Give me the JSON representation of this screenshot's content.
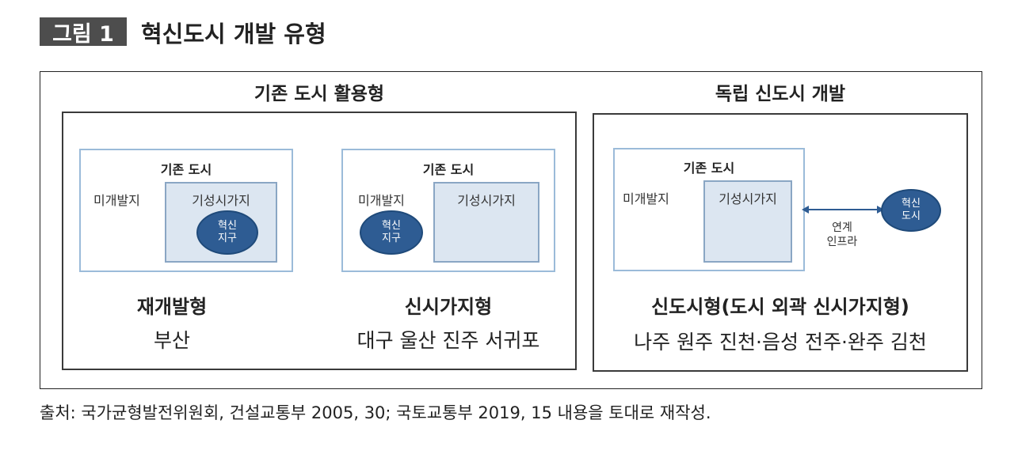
{
  "figure": {
    "label": "그림 1",
    "title": "혁신도시 개발 유형"
  },
  "left_section": {
    "title": "기존 도시 활용형",
    "types": [
      {
        "city_title": "기존 도시",
        "undeveloped_label": "미개발지",
        "builtup_label": "기성시가지",
        "district_label": "혁신\n지구",
        "type_name": "재개발형",
        "examples": "부산"
      },
      {
        "city_title": "기존 도시",
        "undeveloped_label": "미개발지",
        "builtup_label": "기성시가지",
        "district_label": "혁신\n지구",
        "type_name": "신시가지형",
        "examples": "대구 울산 진주 서귀포"
      }
    ]
  },
  "right_section": {
    "title": "독립 신도시 개발",
    "city_title": "기존 도시",
    "undeveloped_label": "미개발지",
    "builtup_label": "기성시가지",
    "new_city_label": "혁신\n도시",
    "link_label": "연계\n인프라",
    "type_name": "신도시형(도시 외곽 신시가지형)",
    "examples": "나주 원주 진천·음성 전주·완주 김천"
  },
  "source": "출처: 국가균형발전위원회, 건설교통부 2005, 30; 국토교통부 2019, 15 내용을 토대로 재작성."
}
